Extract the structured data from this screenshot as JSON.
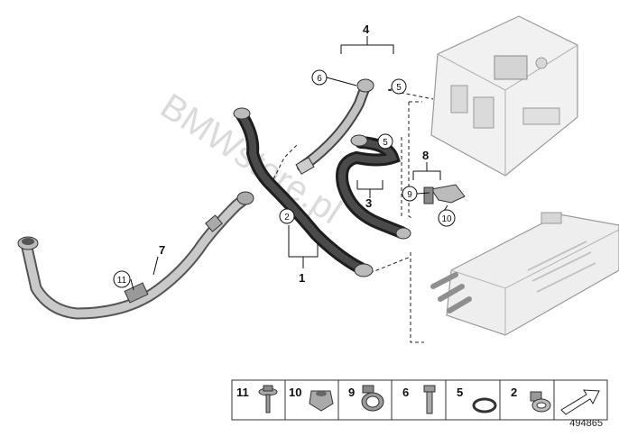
{
  "watermark": "BMWstore.pl",
  "reference_number": "494865",
  "callouts": {
    "n1": "1",
    "n2": "2",
    "n3": "3",
    "n4": "4",
    "n5a": "5",
    "n5b": "5",
    "n6": "6",
    "n7": "7",
    "n8": "8",
    "n9": "9",
    "n10": "10",
    "n11": "11"
  },
  "legend": {
    "items": [
      {
        "number": "11",
        "icon": "bolt-with-washer-icon"
      },
      {
        "number": "10",
        "icon": "hex-nut-icon"
      },
      {
        "number": "9",
        "icon": "hose-clamp-icon"
      },
      {
        "number": "6",
        "icon": "torx-bolt-icon"
      },
      {
        "number": "5",
        "icon": "o-ring-icon"
      },
      {
        "number": "2",
        "icon": "spring-clip-icon"
      },
      {
        "number": "",
        "icon": "direction-arrow-icon"
      }
    ]
  }
}
